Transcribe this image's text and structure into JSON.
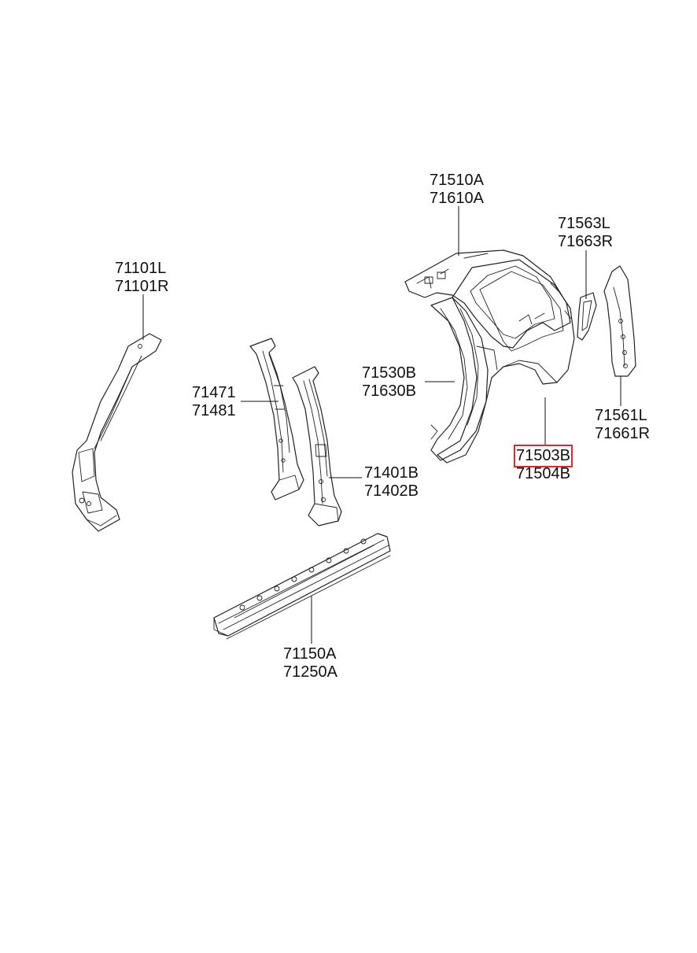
{
  "parts": [
    {
      "id": "roof-quarter",
      "lines": [
        "71510A",
        "71610A"
      ],
      "highlight": null
    },
    {
      "id": "quarter-extension",
      "lines": [
        "71563L",
        "71663R"
      ],
      "highlight": null
    },
    {
      "id": "front-pillar",
      "lines": [
        "71101L",
        "71101R"
      ],
      "highlight": null
    },
    {
      "id": "center-pillar-inner",
      "lines": [
        "71471",
        "71481"
      ],
      "highlight": null
    },
    {
      "id": "wheel-house",
      "lines": [
        "71530B",
        "71630B"
      ],
      "highlight": null
    },
    {
      "id": "rear-pillar",
      "lines": [
        "71561L",
        "71661R"
      ],
      "highlight": null
    },
    {
      "id": "quarter-panel",
      "lines": [
        "71503B",
        "71504B"
      ],
      "highlight": 0
    },
    {
      "id": "center-pillar-outer",
      "lines": [
        "71401B",
        "71402B"
      ],
      "highlight": null
    },
    {
      "id": "side-sill",
      "lines": [
        "71150A",
        "71250A"
      ],
      "highlight": null
    }
  ],
  "colors": {
    "highlight": "#e5262a",
    "line": "#222222"
  }
}
